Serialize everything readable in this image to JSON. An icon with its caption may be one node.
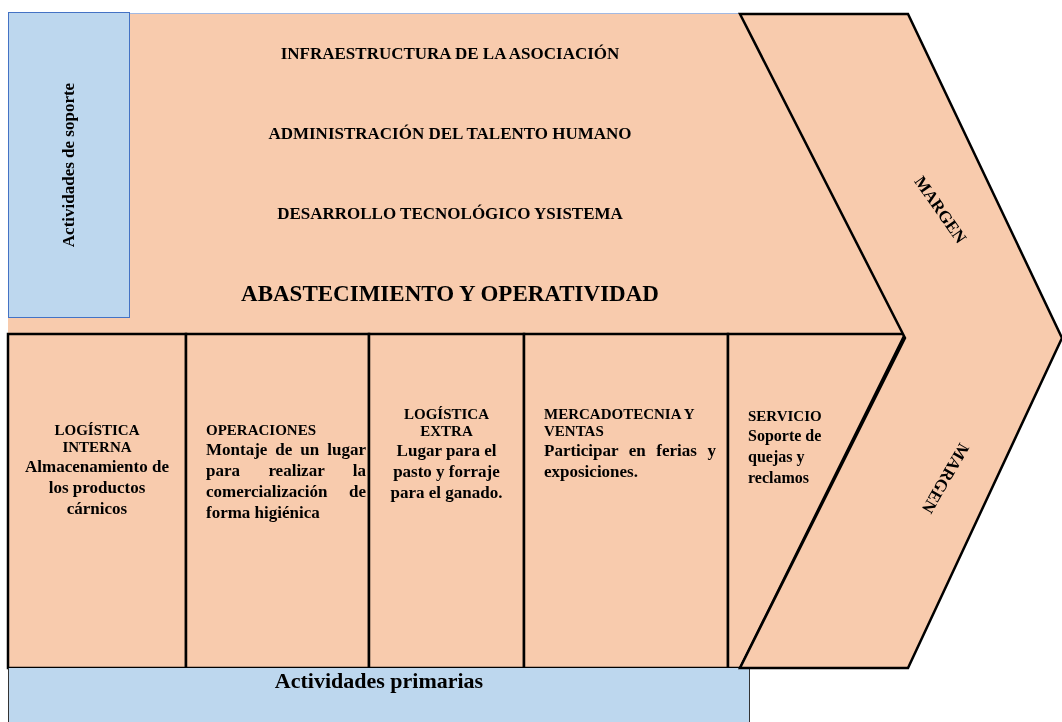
{
  "diagram": {
    "nodes": [
      {
        "text": [
          "Actividades de soporte"
        ]
      },
      {
        "text": [
          "INFRAESTRUCTURA DE LA ASOCIACIÓN"
        ]
      },
      {
        "text": [
          "ADMINISTRACIÓN DEL TALENTO HUMANO"
        ]
      },
      {
        "text": [
          "DESARROLLO TECNOLÓGICO YSISTEMA"
        ]
      },
      {
        "text": [
          "ABASTECIMIENTO Y OPERATIVIDAD"
        ]
      },
      {
        "text": [
          "LOGÍSTICA INTERNA",
          "Almacenamiento de los productos cárnicos"
        ]
      },
      {
        "text": [
          "OPERACIONES",
          "Montaje de un lugar para realizar la comercialización de forma higiénica"
        ]
      },
      {
        "text": [
          "LOGÍSTICA EXTRA",
          "Lugar para el pasto y forraje para el ganado."
        ]
      },
      {
        "text": [
          "MERCADOTECNIA Y VENTAS",
          "Participar en ferias y exposiciones."
        ]
      },
      {
        "text": [
          "SERVICIO",
          "Soporte de quejas y reclamos"
        ]
      },
      {
        "text": [
          "Actividades primarias"
        ]
      },
      {
        "text": [
          "MARGEN",
          "MARGEN"
        ]
      }
    ]
  }
}
